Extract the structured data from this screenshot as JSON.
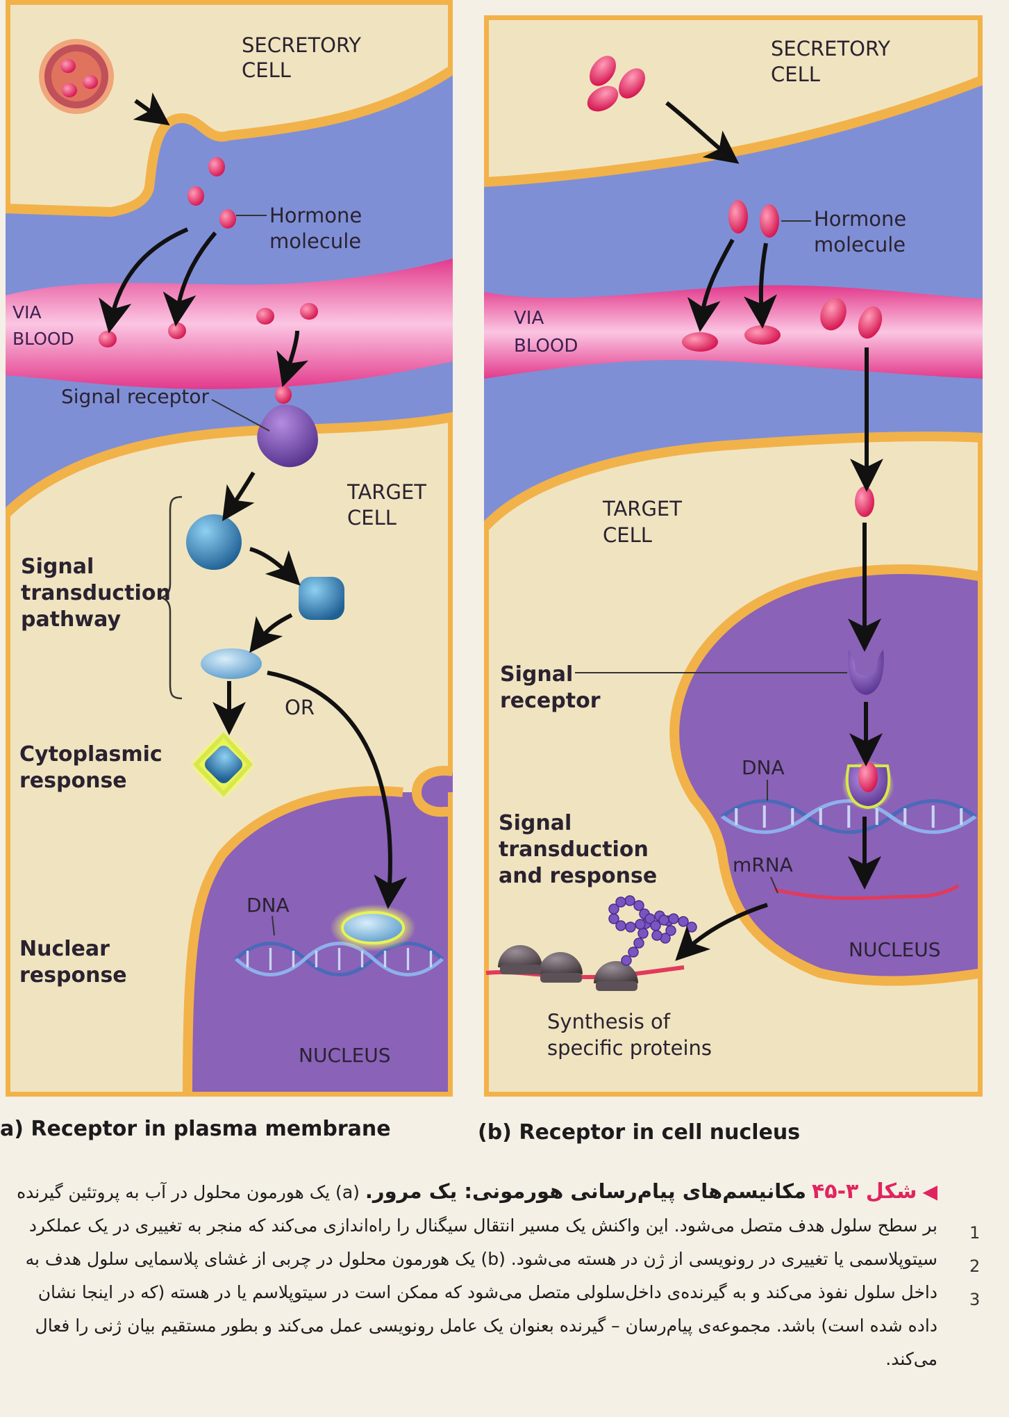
{
  "panel_a": {
    "secretory_cell": [
      "SECRETORY",
      "CELL"
    ],
    "hormone_label": [
      "Hormone",
      "molecule"
    ],
    "blood_label": [
      "VIA",
      "BLOOD"
    ],
    "signal_receptor": "Signal receptor",
    "target_cell": [
      "TARGET",
      "CELL"
    ],
    "pathway_label": [
      "Signal",
      "transduction",
      "pathway"
    ],
    "or_label": "OR",
    "cytoplasmic_label": [
      "Cytoplasmic",
      "response"
    ],
    "dna_label": "DNA",
    "nuclear_label": [
      "Nuclear",
      "response"
    ],
    "nucleus_label": "NUCLEUS",
    "caption": "a) Receptor in plasma membrane"
  },
  "panel_b": {
    "secretory_cell": [
      "SECRETORY",
      "CELL"
    ],
    "hormone_label": [
      "Hormone",
      "molecule"
    ],
    "blood_label": [
      "VIA",
      "BLOOD"
    ],
    "target_cell": [
      "TARGET",
      "CELL"
    ],
    "signal_receptor": [
      "Signal",
      "receptor"
    ],
    "dna_label": "DNA",
    "transduction_label": [
      "Signal",
      "transduction",
      "and response"
    ],
    "mrna_label": "mRNA",
    "nucleus_label": "NUCLEUS",
    "synthesis_label": [
      "Synthesis of",
      "specific proteins"
    ],
    "caption": "(b) Receptor in cell nucleus"
  },
  "caption_fa": {
    "marker": "◀",
    "figure_number": "شکل ۳-۴۵",
    "title": "مکانیسم‌های پیام‌رسانی هورمونی: یک مرور.",
    "body": "(a) یک هورمون محلول در آب به پروتئین گیرنده بر سطح سلول هدف متصل می‌شود. این واکنش یک مسیر انتقال سیگنال را راه‌اندازی می‌کند که منجر به تغییری در یک عملکرد سیتوپلاسمی یا تغییری در رونویسی از ژن در هسته می‌شود. (b) یک هورمون محلول در چربی از غشای پلاسمایی سلول هدف به داخل سلول نفوذ می‌کند و به گیرنده‌ی داخل‌سلولی متصل می‌شود که ممکن است در سیتوپلاسم یا در هسته (که در اینجا نشان داده شده است) باشد. مجموعه‌ی پیام‌رسان – گیرنده بعنوان یک عامل رونویسی عمل می‌کند و بطور مستقیم بیان ژنی را فعال می‌کند."
  },
  "margin_marks": [
    "1",
    "2",
    "3"
  ],
  "colors": {
    "cell_tan": "#f0e4c0",
    "membrane": "#f2b24a",
    "interstitial_blue": "#7f8fd6",
    "blood_pink": "#e9489a",
    "nucleus_purple": "#8a62b8",
    "hormone_red": "#e0245e",
    "caption_accent": "#e0245e"
  }
}
